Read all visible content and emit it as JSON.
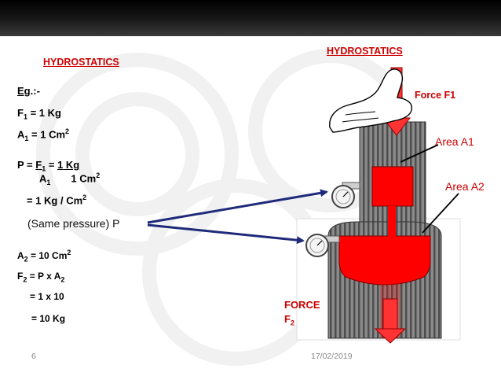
{
  "slide": {
    "left_title": "HYDROSTATICS",
    "right_title": "HYDROSTATICS",
    "page_number": "6",
    "date": "17/02/2019"
  },
  "example": {
    "eg_label": "Eg",
    "eg_suffix": ".:-",
    "f1_line": {
      "a": "F",
      "sub": "1",
      "b": " = 1 Kg"
    },
    "a1_line": {
      "a": "A",
      "sub": "1",
      "b": " = 1 Cm",
      "sup": "2"
    },
    "p_line": {
      "p": "P = ",
      "f": "F",
      "fsub": "1",
      "eq": " =  ",
      "num": "1",
      "unit": " Kg"
    },
    "p_denominator": {
      "a": "A",
      "sub": "1",
      "val": "1 Cm",
      "sup": "2"
    },
    "p_result": {
      "text": "= 1 Kg / Cm",
      "sup": "2"
    },
    "same_pressure": "(Same pressure) P",
    "a2_line": {
      "a": "A",
      "sub": "2",
      "b": " = 10 Cm",
      "sup": "2"
    },
    "f2_line": {
      "a": "F",
      "sub": "2",
      "b": " = P  x A",
      "sub2": "2"
    },
    "calc_line": "= 1   x 10",
    "result_line": "= 10  Kg"
  },
  "diagram": {
    "force_f1": "Force F1",
    "area_a1": "Area A1",
    "area_a2": "Area A2",
    "force_f2_label": "FORCE",
    "force_f2_sub": "F",
    "force_f2_subscript": "2"
  },
  "colors": {
    "red": "#cc0000",
    "fluid": "#ff0000",
    "navy_arrow": "#1f2a7a",
    "cylinder_gray": "#6e6e6e"
  }
}
